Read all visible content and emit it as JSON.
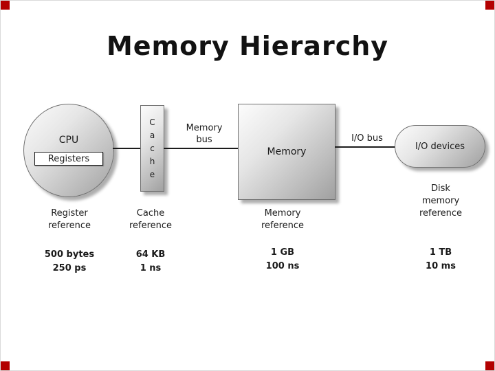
{
  "slide": {
    "title": "Memory Hierarchy",
    "corner_color": "#b30000"
  },
  "diagram": {
    "cpu": {
      "label": "CPU",
      "registers_label": "Registers",
      "reference_line1": "Register",
      "reference_line2": "reference",
      "capacity": "500 bytes",
      "latency": "250 ps"
    },
    "cache": {
      "letters": [
        "C",
        "a",
        "c",
        "h",
        "e"
      ],
      "reference_line1": "Cache",
      "reference_line2": "reference",
      "capacity": "64 KB",
      "latency": "1 ns"
    },
    "memory_bus": {
      "line1": "Memory",
      "line2": "bus"
    },
    "memory": {
      "label": "Memory",
      "reference_line1": "Memory",
      "reference_line2": "reference",
      "capacity": "1 GB",
      "latency": "100 ns"
    },
    "io_bus": {
      "label": "I/O bus"
    },
    "io": {
      "label": "I/O devices",
      "reference_line1": "Disk",
      "reference_line2": "memory",
      "reference_line3": "reference",
      "capacity": "1 TB",
      "latency": "10 ms"
    }
  }
}
